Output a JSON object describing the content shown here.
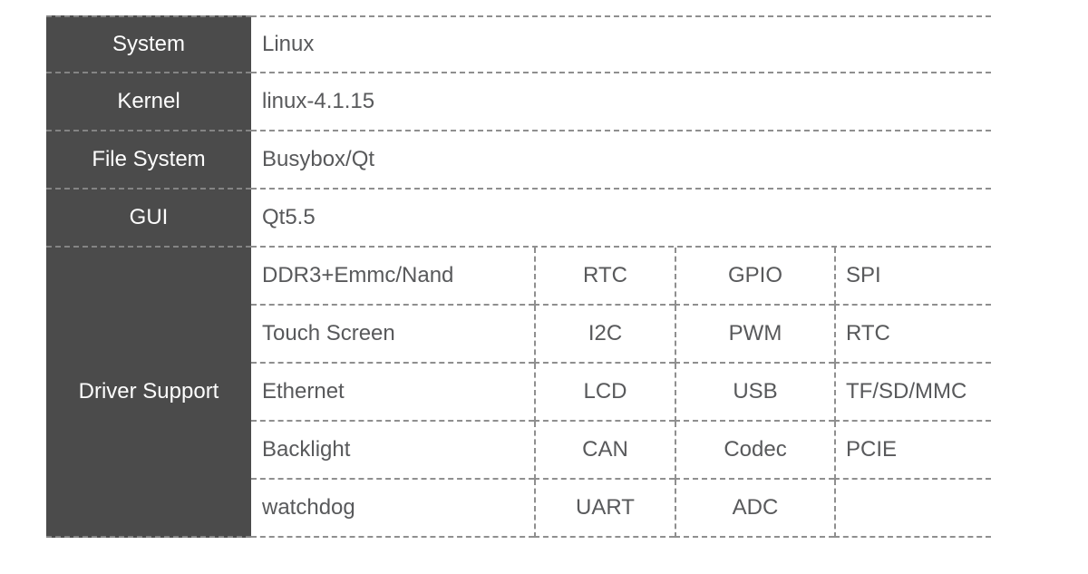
{
  "chart_data": {
    "type": "table",
    "title": "Embedded system software specification table",
    "simple_rows": [
      {
        "label": "System",
        "value": "Linux"
      },
      {
        "label": "Kernel",
        "value": "linux-4.1.15"
      },
      {
        "label": "File System",
        "value": "Busybox/Qt"
      },
      {
        "label": "GUI",
        "value": "Qt5.5"
      }
    ],
    "driver_section": {
      "label": "Driver Support",
      "rows": [
        [
          "DDR3+Emmc/Nand",
          "RTC",
          "GPIO",
          "SPI"
        ],
        [
          "Touch Screen",
          "I2C",
          "PWM",
          "RTC"
        ],
        [
          "Ethernet",
          "LCD",
          "USB",
          "TF/SD/MMC"
        ],
        [
          "Backlight",
          "CAN",
          "Codec",
          "PCIE"
        ],
        [
          "watchdog",
          "UART",
          "ADC",
          ""
        ]
      ]
    },
    "layout_hints": {
      "header_column_position": "left",
      "grid": "dashed",
      "right_edge": "open"
    }
  },
  "colors": {
    "header_bg": "#4b4b4b",
    "header_text": "#fdfdfd",
    "value_text": "#58595b",
    "dashed_border": "#8f8f8f",
    "background": "#ffffff"
  }
}
